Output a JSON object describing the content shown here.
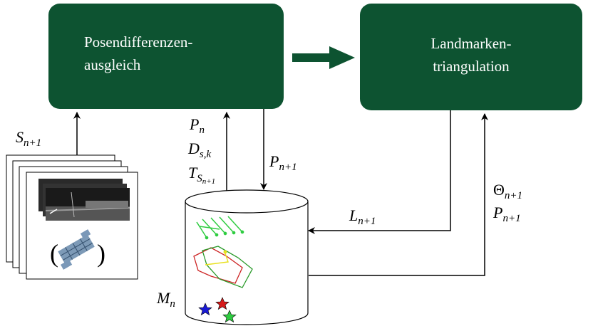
{
  "boxes": {
    "pose": {
      "line1": "Posendifferenzen-",
      "line2": "ausgleich"
    },
    "landmark": {
      "line1": "Landmarken-",
      "line2": "triangulation"
    }
  },
  "labels": {
    "s_next": {
      "base": "S",
      "sub": "n+1"
    },
    "p_n": {
      "base": "P",
      "sub": "n"
    },
    "d_sk": {
      "base": "D",
      "sub": "s,k"
    },
    "t_s": {
      "base": "T",
      "sub": "S",
      "subsub": "n+1"
    },
    "p_next_down": {
      "base": "P",
      "sub": "n+1"
    },
    "theta": {
      "base": "Θ",
      "sub": "n+1"
    },
    "p_next_right": {
      "base": "P",
      "sub": "n+1"
    },
    "l_next": {
      "base": "L",
      "sub": "n+1"
    },
    "m_n": {
      "base": "M",
      "sub": "n"
    }
  },
  "colors": {
    "box_fill": "#0d5331",
    "box_text": "#ffffff",
    "star_blue": "#1a1ad6",
    "star_red": "#d61a1a",
    "star_green": "#2ecc40",
    "landmark_lines": "#2ecc40",
    "trajectory_red": "#cc2222",
    "trajectory_green": "#2a9a2a",
    "trajectory_yellow": "#e8e020"
  },
  "icons": [
    "image-stack-icon",
    "database-cylinder-icon",
    "point-cloud-icon",
    "camera-image-icon"
  ]
}
